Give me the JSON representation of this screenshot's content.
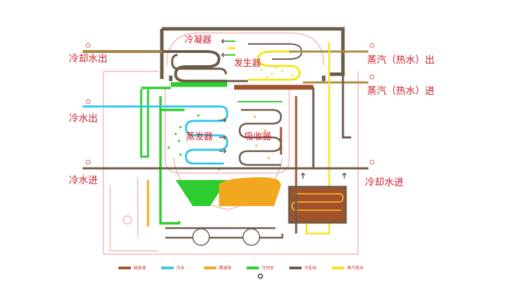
{
  "labels": {
    "condenser": "冷凝器",
    "generator": "发生器",
    "evaporator": "蒸发器",
    "absorber": "吸收器",
    "cooling_water_out": "冷却水出",
    "cooling_water_in": "冷却水进",
    "chilled_water_out": "冷水出",
    "chilled_water_in": "冷水进",
    "steam_out": "蒸汽（热水）出",
    "steam_in": "蒸汽（热水）进"
  },
  "legend": [
    {
      "color": "#a0522d",
      "icon": "brown-line",
      "text": "吸收液"
    },
    {
      "color": "#33c8e8",
      "icon": "cyan-line",
      "text": "冷水"
    },
    {
      "color": "#f2a81e",
      "icon": "orange-line",
      "text": "稀溶液"
    },
    {
      "color": "#2ecc2e",
      "icon": "green-line",
      "text": "冷剂水"
    },
    {
      "color": "#6b5a48",
      "icon": "dark-brown-line",
      "text": "冷却水"
    },
    {
      "color": "#f4e41c",
      "icon": "yellow-line",
      "text": "蒸汽热水"
    }
  ],
  "colors": {
    "frame": "#6b5a48",
    "cooling_water": "#b08a40",
    "chilled_water": "#33c8e8",
    "refrigerant": "#2ecc2e",
    "dilute_solution": "#f2a81e",
    "steam": "#f4e41c",
    "strong_solution": "#a0522d",
    "pink": "#f3b8b8",
    "label_red": "#d0202a"
  }
}
